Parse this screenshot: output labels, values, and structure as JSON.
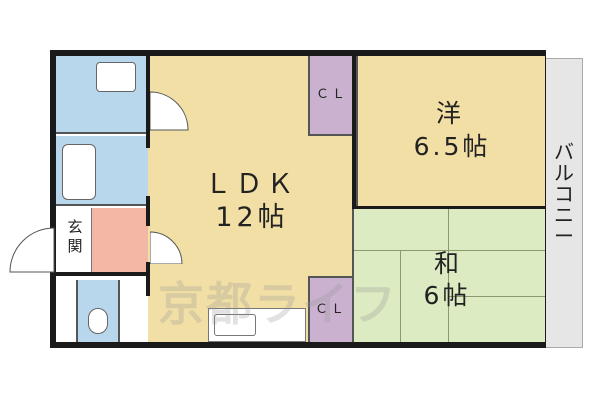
{
  "rooms": {
    "ldk": {
      "name": "ＬＤＫ",
      "size": "12帖"
    },
    "western": {
      "name": "洋",
      "size": "6.5帖"
    },
    "japanese": {
      "name": "和",
      "size": "6帖"
    },
    "closet_top": "ＣＬ",
    "closet_bottom": "ＣＬ",
    "entrance": "玄関",
    "balcony": "バルコニー"
  },
  "watermark": "京都ライフ",
  "colors": {
    "ldk": "#f2dfa5",
    "western": "#f2dfa5",
    "japanese": "#dcebc2",
    "closet": "#c9b1cf",
    "wet": "#b8d7ec",
    "entrance": "#f3b7a6",
    "balcony": "#e6e6e6",
    "wall": "#1a1a1a"
  }
}
